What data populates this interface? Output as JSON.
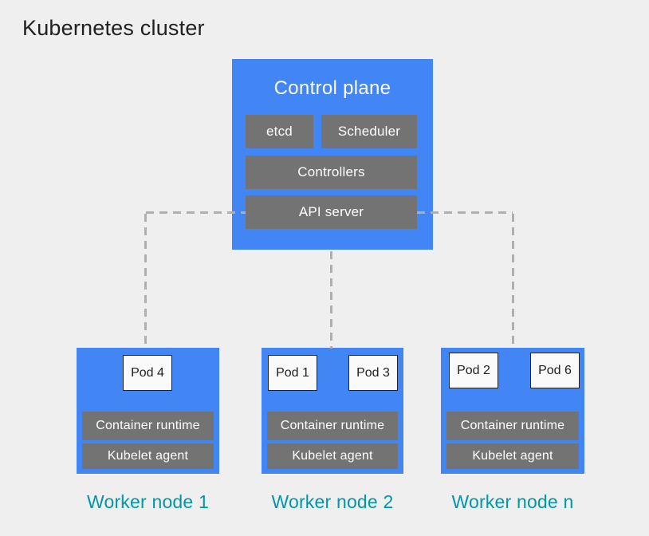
{
  "diagram": {
    "title": "Kubernetes cluster",
    "control_plane": {
      "title": "Control plane",
      "components": [
        "etcd",
        "Scheduler",
        "Controllers",
        "API server"
      ]
    },
    "worker_nodes": [
      {
        "label": "Worker node 1",
        "pods": [
          "Pod 4"
        ],
        "components": [
          "Container runtime",
          "Kubelet agent"
        ]
      },
      {
        "label": "Worker node 2",
        "pods": [
          "Pod 1",
          "Pod 3"
        ],
        "components": [
          "Container runtime",
          "Kubelet agent"
        ]
      },
      {
        "label": "Worker node n",
        "pods": [
          "Pod 2",
          "Pod 6"
        ],
        "components": [
          "Container runtime",
          "Kubelet agent"
        ]
      }
    ],
    "colors": {
      "background": "#EFEFEF",
      "node_fill": "#4285F4",
      "component_fill": "#737373",
      "pod_fill": "#FAFAFA",
      "pod_border": "#202124",
      "connector": "#AFAFAF",
      "worker_label": "#0097A7",
      "title_text": "#212121",
      "component_text": "#FFFFFF"
    }
  }
}
